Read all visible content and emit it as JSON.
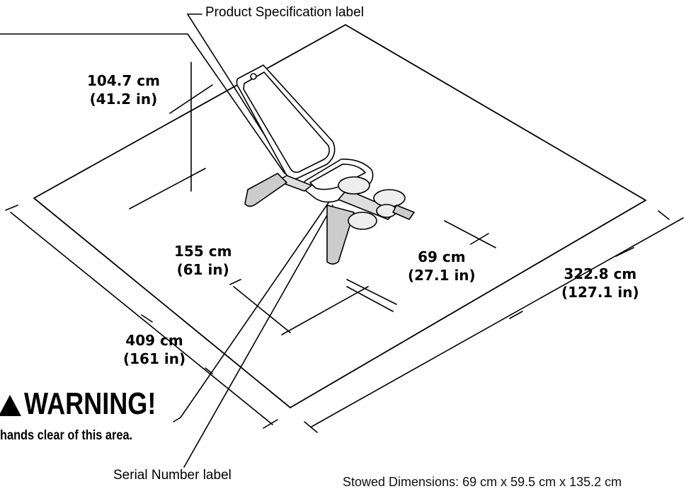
{
  "labels": {
    "product_spec": "Product Specification label",
    "serial_number": "Serial Number label"
  },
  "dimensions": {
    "bench_height": {
      "metric": "104.7 cm",
      "imperial": "(41.2 in)"
    },
    "bench_length": {
      "metric": "155 cm",
      "imperial": "(61 in)"
    },
    "bench_width": {
      "metric": "69 cm",
      "imperial": "(27.1 in)"
    },
    "area_width": {
      "metric": "322.8 cm",
      "imperial": "(127.1 in)"
    },
    "area_length": {
      "metric": "409 cm",
      "imperial": "(161 in)"
    }
  },
  "warning": {
    "title": "WARNING!",
    "text": "hands clear of this area."
  },
  "stowed": "Stowed Dimensions: 69 cm x 59.5 cm x 135.2 cm"
}
